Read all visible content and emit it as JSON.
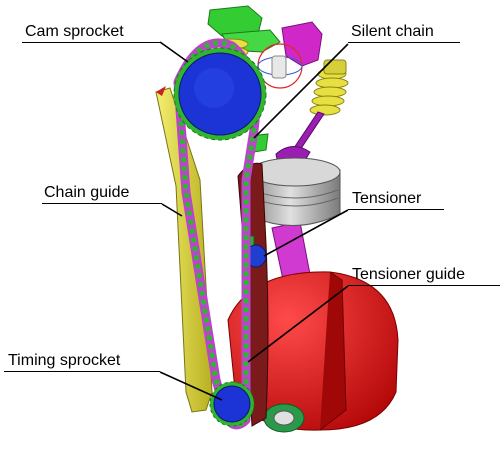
{
  "labels": {
    "cam_sprocket": "Cam sprocket",
    "silent_chain": "Silent chain",
    "chain_guide": "Chain guide",
    "tensioner": "Tensioner",
    "tensioner_guide": "Tensioner guide",
    "timing_sprocket": "Timing sprocket"
  },
  "colors": {
    "cam_sprocket": "#1c34d6",
    "timing_sprocket": "#1c34d6",
    "chain_links": "#2fb52f",
    "chain_plates": "#c040d0",
    "chain_guide": "#e8e23a",
    "tensioner_guide": "#7a1a1a",
    "tensioner": "#1e3fd0",
    "crank_web": "#e81818",
    "con_rod": "#d03ad0",
    "piston": "#b8b8b8",
    "valve": "#9a1fb0",
    "valve_spring": "#e8e040",
    "rocker": "#d028c8",
    "camshaft_green": "#33cc33",
    "crank_journal": "#2a9a4a"
  }
}
